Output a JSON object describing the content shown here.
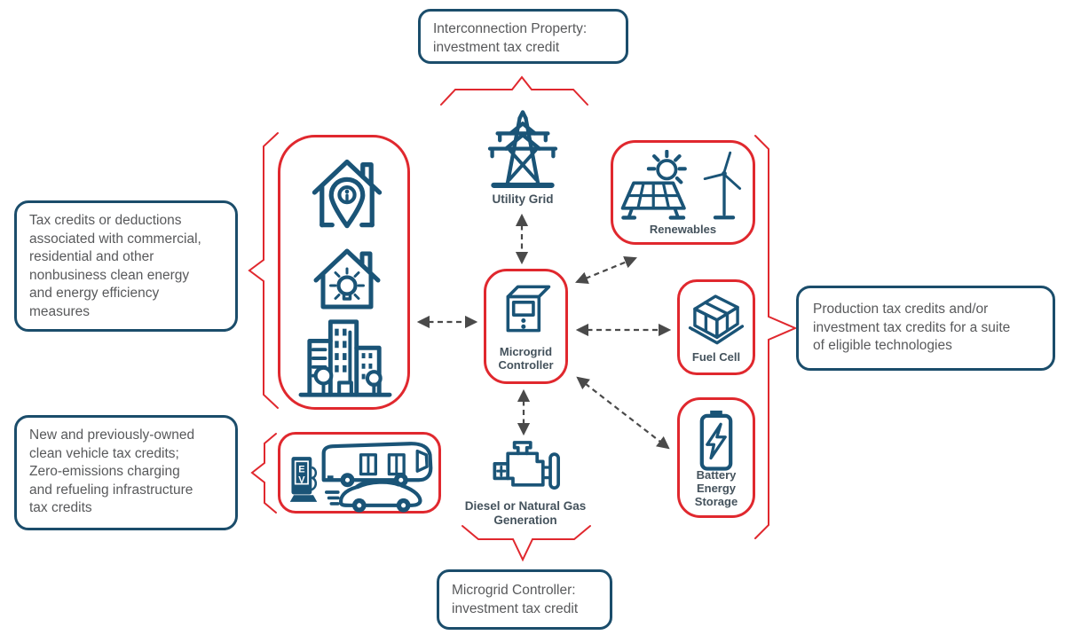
{
  "colors": {
    "red": "#e0282e",
    "navy_border": "#1b4d6b",
    "icon_blue": "#1a5477",
    "label_text": "#44525c",
    "body_text": "#58595b",
    "arrow_gray": "#4a4a4a",
    "background": "#ffffff"
  },
  "callouts": {
    "top": "Interconnection Property:\ninvestment tax credit",
    "left_upper": "Tax credits or deductions\nassociated with commercial,\nresidential and other\nnonbusiness clean energy\nand energy efficiency\nmeasures",
    "left_lower": "New and previously-owned\nclean vehicle tax credits;\nZero-emissions charging\nand refueling infrastructure\ntax credits",
    "right": "Production tax credits and/or\ninvestment tax credits for a suite\nof eligible technologies",
    "bottom": "Microgrid Controller:\ninvestment tax credit"
  },
  "nodes": {
    "utility_grid": {
      "label": "Utility Grid"
    },
    "microgrid_controller": {
      "label": "Microgrid\nController"
    },
    "renewables": {
      "label": "Renewables"
    },
    "fuel_cell": {
      "label": "Fuel Cell"
    },
    "battery_storage": {
      "label": "Battery\nEnergy\nStorage"
    },
    "diesel_generation": {
      "label": "Diesel or Natural Gas\nGeneration"
    },
    "ev_charger": {
      "label": "EV"
    }
  },
  "icons": [
    "transmission-tower-icon",
    "controller-cabinet-icon",
    "house-info-pin-icon",
    "house-lightbulb-icon",
    "city-buildings-icon",
    "ev-charger-icon",
    "bus-icon",
    "car-icon",
    "solar-panel-sun-icon",
    "wind-turbine-icon",
    "fuel-cell-box-icon",
    "battery-bolt-icon",
    "engine-icon"
  ]
}
